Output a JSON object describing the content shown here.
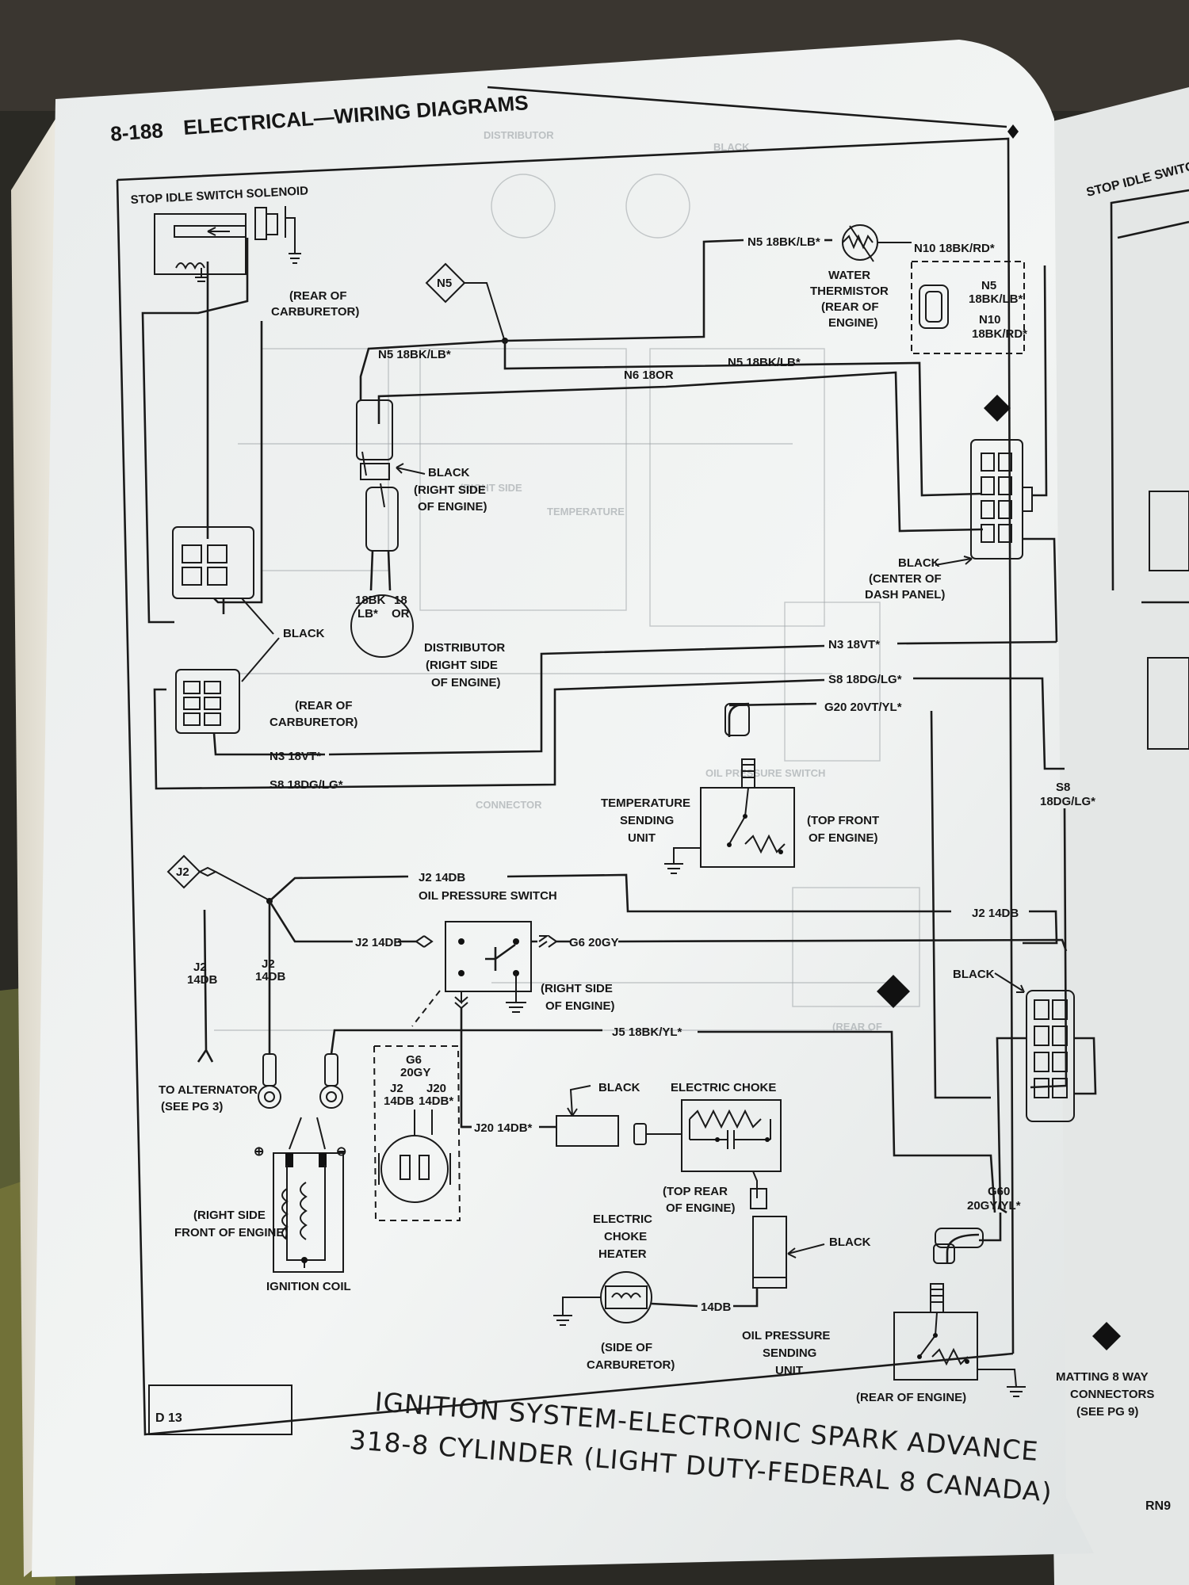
{
  "page": {
    "page_number": "8-188",
    "section_header": "ELECTRICAL—WIRING DIAGRAMS",
    "box_code": "D  13",
    "title_line1": "IGNITION SYSTEM-ELECTRONIC SPARK ADVANCE",
    "title_line2": "318-8 CYLINDER (LIGHT DUTY-FEDERAL 8 CANADA)",
    "corner_code": "RN9"
  },
  "components": {
    "stop_idle_solenoid": "STOP IDLE SWITCH SOLENOID",
    "rear_carb_1": [
      "(REAR OF",
      "CARBURETOR)"
    ],
    "water_thermistor": [
      "WATER",
      "THERMISTOR",
      "(REAR OF",
      "ENGINE)"
    ],
    "black_right_engine": [
      "BLACK",
      "(RIGHT SIDE",
      "OF ENGINE)"
    ],
    "black_dash": [
      "BLACK",
      "(CENTER OF",
      "DASH PANEL)"
    ],
    "black_label": "BLACK",
    "distributor": [
      "DISTRIBUTOR",
      "(RIGHT SIDE",
      "OF ENGINE)"
    ],
    "rear_carb_2": [
      "(REAR OF",
      "CARBURETOR)"
    ],
    "temp_sending": [
      "TEMPERATURE",
      "SENDING",
      "UNIT"
    ],
    "top_front_engine": [
      "(TOP FRONT",
      "OF ENGINE)"
    ],
    "oil_pressure_switch": "OIL PRESSURE SWITCH",
    "right_side_engine": [
      "(RIGHT SIDE",
      "OF ENGINE)"
    ],
    "black_connector_label": "BLACK",
    "to_alternator": [
      "TO ALTERNATOR",
      "(SEE PG 3)"
    ],
    "ignition_coil_location": [
      "(RIGHT SIDE",
      "FRONT OF ENGINE)"
    ],
    "ignition_coil": "IGNITION COIL",
    "black_choke": "BLACK",
    "electric_choke": "ELECTRIC CHOKE",
    "top_rear_engine": [
      "(TOP REAR",
      "OF ENGINE)"
    ],
    "choke_heater": [
      "ELECTRIC",
      "CHOKE",
      "HEATER"
    ],
    "side_carb": [
      "(SIDE OF",
      "CARBURETOR)"
    ],
    "black_oil": "BLACK",
    "oil_pressure_sending": [
      "OIL PRESSURE",
      "SENDING",
      "UNIT"
    ],
    "rear_engine": "(REAR OF ENGINE)",
    "mating_connectors": [
      "MATTING 8 WAY",
      "CONNECTORS",
      "(SEE PG 9)"
    ],
    "n5_tag": "N5",
    "j2_tag": "J2"
  },
  "wires": {
    "n5_18bk_lb_1": "N5 18BK/LB*",
    "n10_18bk_rd": "N10 18BK/RD*",
    "conn_n5": "N5",
    "conn_18bk_lb": "18BK/LB*",
    "conn_n10": "N10",
    "conn_18bk_rd": "18BK/RD*",
    "n5_18bk_lb_2": "N5 18BK/LB*",
    "n5_18bk_lb_3": "N5 18BK/LB*",
    "n6_18or": "N6 18OR",
    "dist_wire_1": [
      "18BK",
      "LB*"
    ],
    "dist_wire_2": [
      "18",
      "OR"
    ],
    "n3_18vt_1": "N3 18VT*",
    "s8_18dg_lg_1": "S8 18DG/LG*",
    "g20_20vt_yl": "G20 20VT/YL*",
    "n3_18vt_2": "N3 18VT*",
    "s8_18dg_lg_2": "S8 18DG/LG*",
    "s8_vertical": [
      "S8",
      "18DG/LG*"
    ],
    "j2_14db_1": "J2 14DB",
    "j2_14db_2": "J2 14DB",
    "j2_14db_3": "J2 14DB",
    "g6_20gy_1": "G6 20GY",
    "j2_left": [
      "J2",
      "14DB"
    ],
    "j2_mid": [
      "J2",
      "14DB"
    ],
    "j5_18bk_yl": "J5 18BK/YL*",
    "g6_20gy_2": [
      "G6",
      "20GY"
    ],
    "j2_14db_plug": [
      "J2",
      "14DB"
    ],
    "j20_14db_plug": [
      "J20",
      "14DB*"
    ],
    "j20_14db": "J20 14DB*",
    "g60_20gy_yl": [
      "G60",
      "20GY/YL*"
    ],
    "heater_14db": "14DB"
  },
  "colors": {
    "paper": "#eef1f1",
    "ink": "#1a1a1a",
    "bleed_through": "#9da2a6"
  }
}
